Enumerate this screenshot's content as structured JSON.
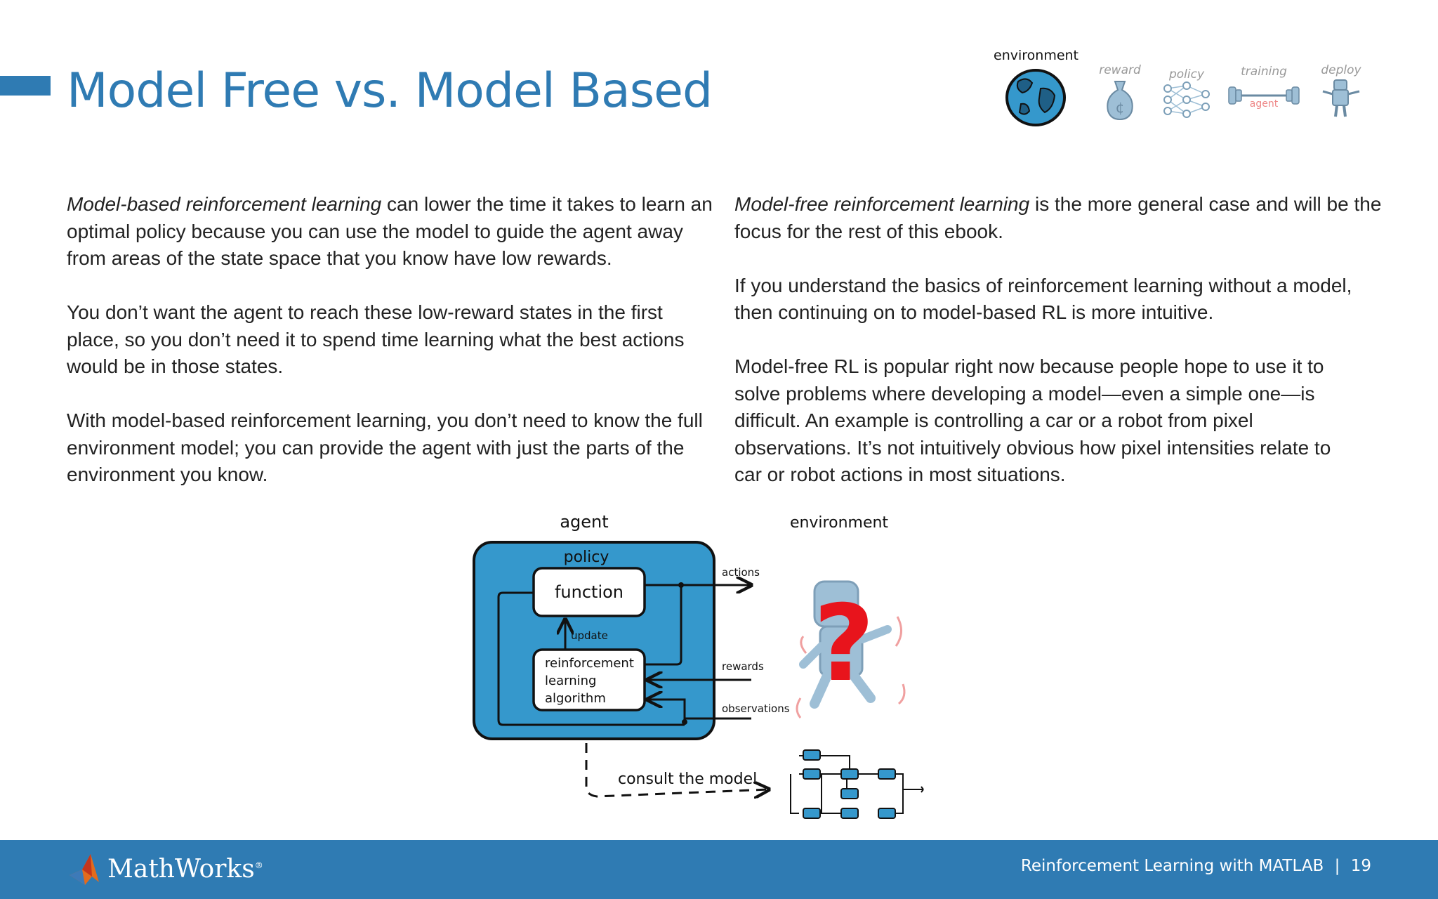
{
  "header": {
    "title": "Model Free vs. Model Based"
  },
  "stages": [
    {
      "label": "environment",
      "icon": "globe-icon",
      "active": true
    },
    {
      "label": "reward",
      "icon": "money-bag-icon",
      "active": false
    },
    {
      "label": "policy",
      "icon": "neural-network-icon",
      "active": false
    },
    {
      "label": "training",
      "icon": "barbell-icon",
      "sublabel": "agent",
      "active": false
    },
    {
      "label": "deploy",
      "icon": "robot-icon",
      "active": false
    }
  ],
  "left_column": {
    "p1_em": "Model-based reinforcement learning",
    "p1_rest": " can lower the time it takes to learn an optimal policy because you can use the model to guide the agent away from areas of the state space that you know have low rewards.",
    "p2": "You don’t want the agent to reach these low-reward states in the first place, so you don’t need it to spend time learning what the best actions would be in those states.",
    "p3": "With model-based reinforcement learning, you don’t need to know the full environment model; you can provide the agent with just the parts of the environment you know."
  },
  "right_column": {
    "p1_em": "Model-free reinforcement learning",
    "p1_rest": " is the more general case and will be the focus for the rest of this ebook.",
    "p2": "If you understand the basics of reinforcement learning without a model, then continuing on to model-based RL is more intuitive.",
    "p3": "Model-free RL is popular right now because people hope to use it to solve problems where developing a model—even a simple one—is difficult. An example is controlling a car or a robot from pixel observations. It’s not intuitively obvious how pixel intensities relate to car or robot actions in most situations."
  },
  "diagram": {
    "agent_label": "agent",
    "environment_label": "environment",
    "policy_label": "policy",
    "function_label": "function",
    "update_label": "update",
    "algorithm_line1": "reinforcement",
    "algorithm_line2": "learning",
    "algorithm_line3": "algorithm",
    "actions_label": "actions",
    "rewards_label": "rewards",
    "observations_label": "observations",
    "consult_label": "consult the model",
    "question_mark": "?",
    "colors": {
      "agent_fill": "#3598cc",
      "question": "#e8141c",
      "robot": "#9ebfd6"
    }
  },
  "footer": {
    "brand": "MathWorks",
    "brand_mark": "®",
    "doc_title": "Reinforcement Learning with MATLAB",
    "separator": "|",
    "page_number": "19"
  },
  "colors": {
    "accent": "#2f7bb3"
  }
}
